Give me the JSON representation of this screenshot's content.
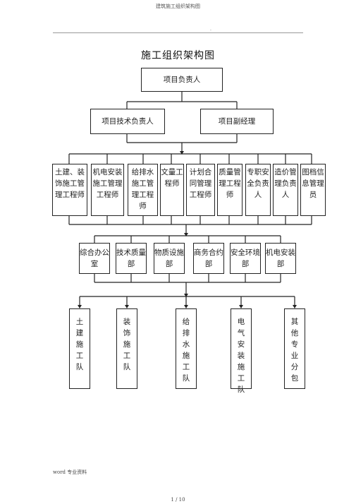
{
  "header": {
    "doc_title": "建筑施工组织架构图",
    "dot": "."
  },
  "diagram": {
    "title": "施工组织架构图",
    "top": "项目负责人",
    "level2": [
      "项目技术负责人",
      "项目副经理"
    ],
    "engineers": [
      "土建、装饰施工管理工程师",
      "机电安装施工管理工程师",
      "给排水施工管理工程师",
      "文量工程师",
      "计划合同管理工程师",
      "质量管理工程师",
      "专职安全负责人",
      "造价管理负责人",
      "图档信息管理员"
    ],
    "departments": [
      "综合办公室",
      "技术质量部",
      "物质设施部",
      "商务合约部",
      "安全环境部",
      "机电安装部"
    ],
    "teams": [
      "土建施工队",
      "装饰施工队",
      "给排水施工队",
      "电气安装施工队",
      "其他专业分包"
    ]
  },
  "footer": {
    "left": "word 专业资料",
    "page": "1 / 10"
  },
  "colors": {
    "line": "#222222",
    "text": "#222222"
  }
}
